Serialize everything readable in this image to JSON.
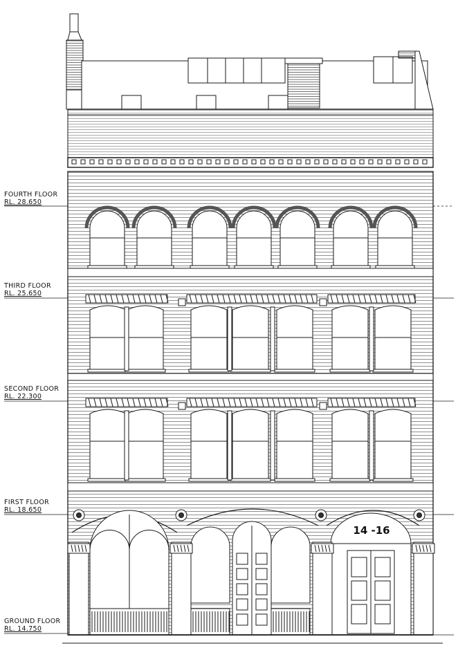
{
  "levels": [
    {
      "name": "FOURTH FLOOR",
      "rl": "RL. 28.650"
    },
    {
      "name": "THIRD FLOOR",
      "rl": "RL. 25.650"
    },
    {
      "name": "SECOND FLOOR",
      "rl": "RL. 22.300"
    },
    {
      "name": "FIRST FLOOR",
      "rl": "RL. 18.650"
    },
    {
      "name": "GROUND FLOOR",
      "rl": "RL. 14.750"
    }
  ],
  "street_number": "14 -16",
  "colors": {
    "ink": "#1a1a1a",
    "paper": "#ffffff"
  }
}
